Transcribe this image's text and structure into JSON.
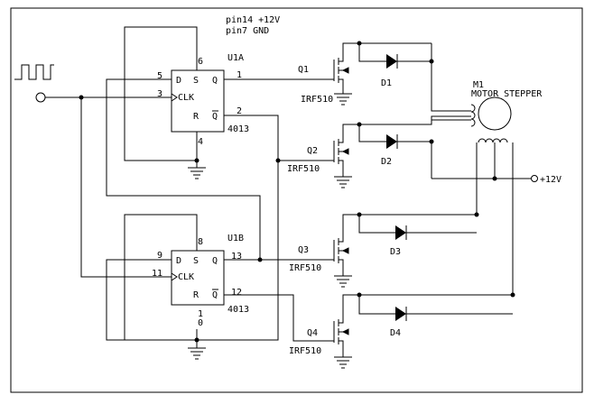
{
  "notes": {
    "line1": "pin14  +12V",
    "line2": "pin7  GND"
  },
  "u1a": {
    "name": "U1A",
    "part": "4013",
    "pins": {
      "d": "D",
      "s": "S",
      "q": "Q",
      "clk": "CLK",
      "r": "R",
      "qbar": "Q",
      "n5": "5",
      "n3": "3",
      "n6": "6",
      "n4": "4",
      "n1": "1",
      "n2": "2"
    }
  },
  "u1b": {
    "name": "U1B",
    "part": "4013",
    "pins": {
      "d": "D",
      "s": "S",
      "q": "Q",
      "clk": "CLK",
      "r": "R",
      "qbar": "Q",
      "n9": "9",
      "n11": "11",
      "n8": "8",
      "n10a": "1",
      "n10b": "0",
      "n13": "13",
      "n12": "12"
    }
  },
  "q1": {
    "name": "Q1",
    "part": "IRF510"
  },
  "q2": {
    "name": "Q2",
    "part": "IRF510"
  },
  "q3": {
    "name": "Q3",
    "part": "IRF510"
  },
  "q4": {
    "name": "Q4",
    "part": "IRF510"
  },
  "diodes": {
    "d1": "D1",
    "d2": "D2",
    "d3": "D3",
    "d4": "D4"
  },
  "motor": {
    "ref": "M1",
    "label": "MOTOR STEPPER"
  },
  "supply": {
    "label": "+12V"
  }
}
